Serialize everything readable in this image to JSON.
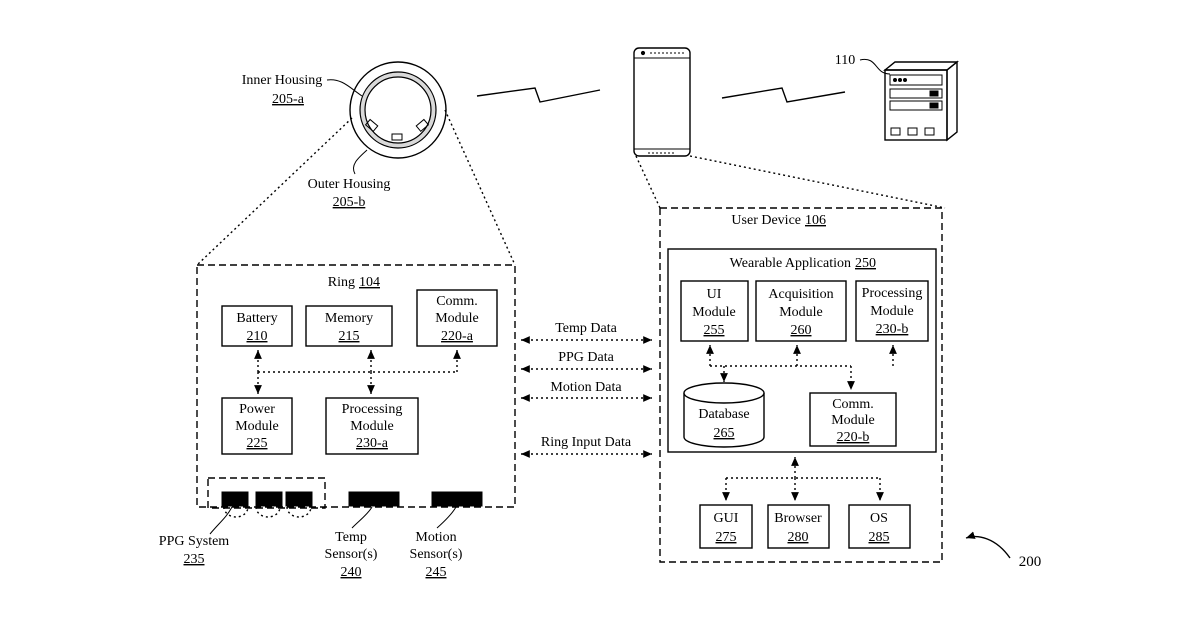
{
  "ring": {
    "inner_housing_label": "Inner Housing",
    "inner_housing_ref": "205-a",
    "outer_housing_label": "Outer Housing",
    "outer_housing_ref": "205-b",
    "title": "Ring",
    "title_ref": "104",
    "battery": {
      "label": "Battery",
      "ref": "210"
    },
    "memory": {
      "label": "Memory",
      "ref": "215"
    },
    "comm": {
      "line1": "Comm.",
      "line2": "Module",
      "ref": "220-a"
    },
    "power": {
      "line1": "Power",
      "line2": "Module",
      "ref": "225"
    },
    "processing": {
      "line1": "Processing",
      "line2": "Module",
      "ref": "230-a"
    },
    "ppg": {
      "label": "PPG System",
      "ref": "235"
    },
    "temp": {
      "line1": "Temp",
      "line2": "Sensor(s)",
      "ref": "240"
    },
    "motion": {
      "line1": "Motion",
      "line2": "Sensor(s)",
      "ref": "245"
    }
  },
  "links": {
    "temp_data": "Temp Data",
    "ppg_data": "PPG Data",
    "motion_data": "Motion Data",
    "ring_input_data": "Ring Input Data"
  },
  "user_device": {
    "title": "User Device",
    "title_ref": "106",
    "app_title": "Wearable Application",
    "app_ref": "250",
    "ui": {
      "line1": "UI",
      "line2": "Module",
      "ref": "255"
    },
    "acquisition": {
      "line1": "Acquisition",
      "line2": "Module",
      "ref": "260"
    },
    "processing": {
      "line1": "Processing",
      "line2": "Module",
      "ref": "230-b"
    },
    "database": {
      "label": "Database",
      "ref": "265"
    },
    "comm": {
      "line1": "Comm.",
      "line2": "Module",
      "ref": "220-b"
    },
    "gui": {
      "label": "GUI",
      "ref": "275"
    },
    "browser": {
      "label": "Browser",
      "ref": "280"
    },
    "os": {
      "label": "OS",
      "ref": "285"
    }
  },
  "server_ref": "110",
  "figure_ref": "200"
}
